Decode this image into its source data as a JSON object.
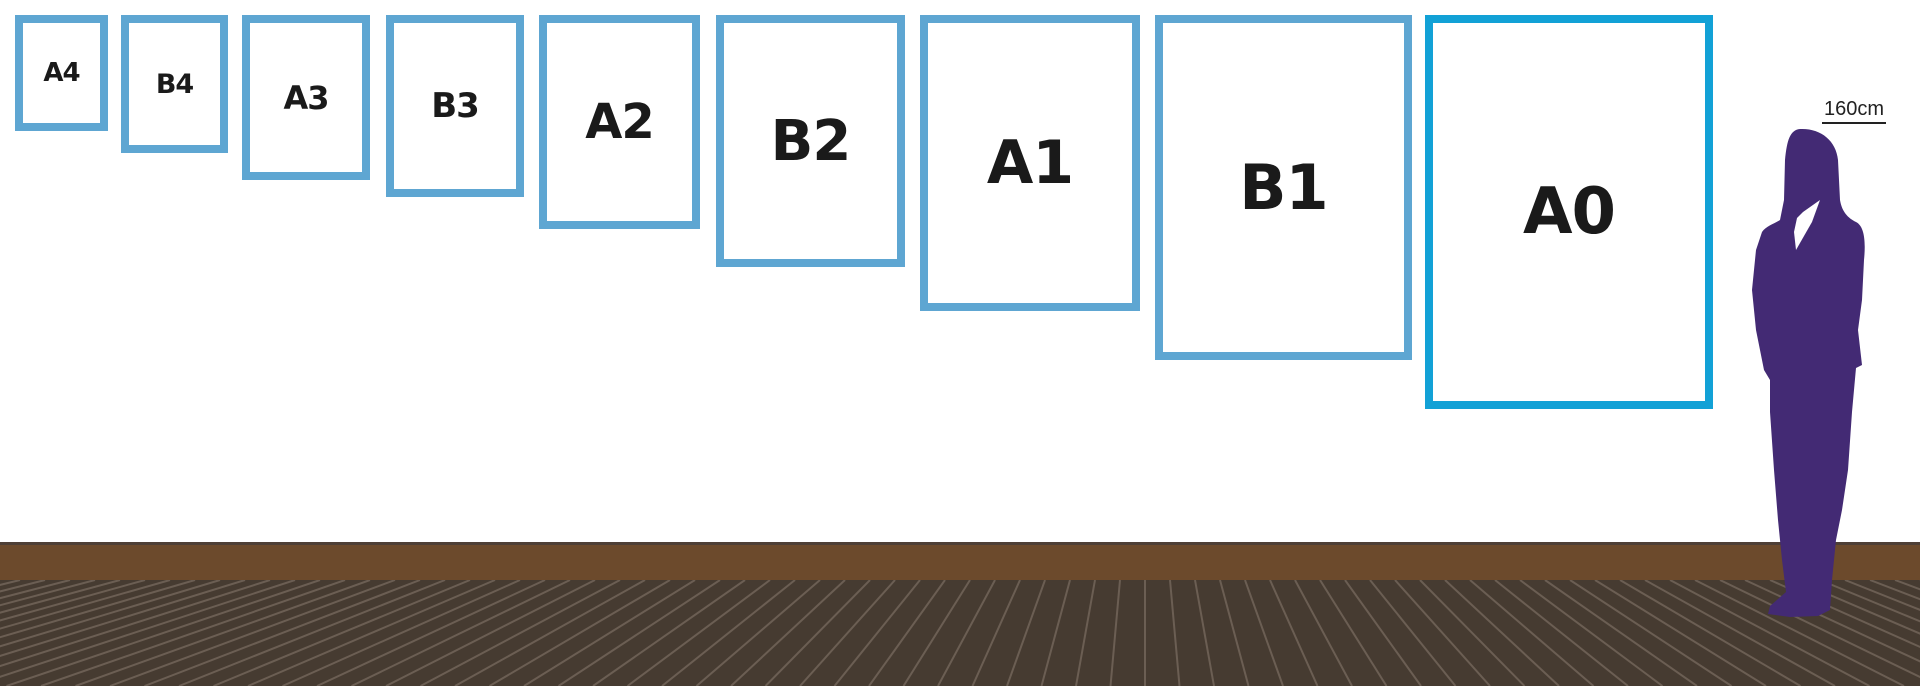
{
  "frames": [
    {
      "label": "A4"
    },
    {
      "label": "B4"
    },
    {
      "label": "A3"
    },
    {
      "label": "B3"
    },
    {
      "label": "A2"
    },
    {
      "label": "B2"
    },
    {
      "label": "A1"
    },
    {
      "label": "B1"
    },
    {
      "label": "A0"
    }
  ],
  "person": {
    "height_label": "160cm"
  },
  "colors": {
    "frame": "#5ea6d2",
    "frame_a0": "#12a1d6",
    "person": "#432a74",
    "baseboard": "#6c4a2c",
    "floor": "#463b31"
  }
}
